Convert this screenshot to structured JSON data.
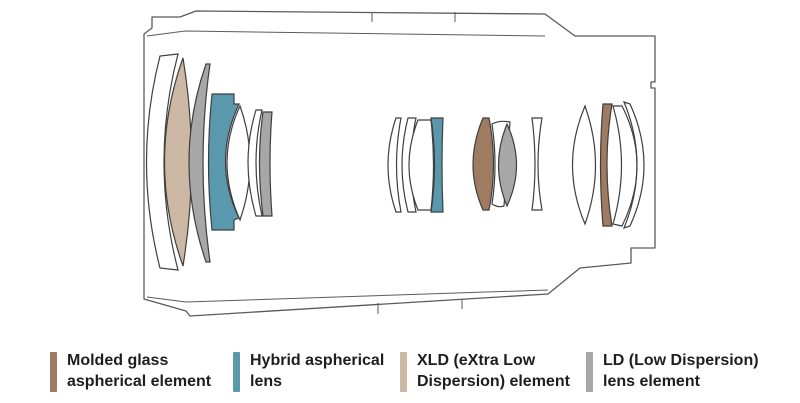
{
  "colors": {
    "molded": "#9e7b61",
    "hybrid": "#5a98ad",
    "xld": "#cdb8a6",
    "ld": "#a7a7a7",
    "lens_stroke": "#3e3e3e",
    "barrel_stroke": "#5a5a5a"
  },
  "legend": [
    {
      "key": "molded",
      "line1": "Molded glass",
      "line2": "aspherical element"
    },
    {
      "key": "hybrid",
      "line1": "Hybrid aspherical",
      "line2": "lens"
    },
    {
      "key": "xld",
      "line1": "XLD (eXtra Low",
      "line2": "Dispersion) element"
    },
    {
      "key": "ld",
      "line1": "LD (Low Dispersion)",
      "line2": "lens element"
    }
  ]
}
